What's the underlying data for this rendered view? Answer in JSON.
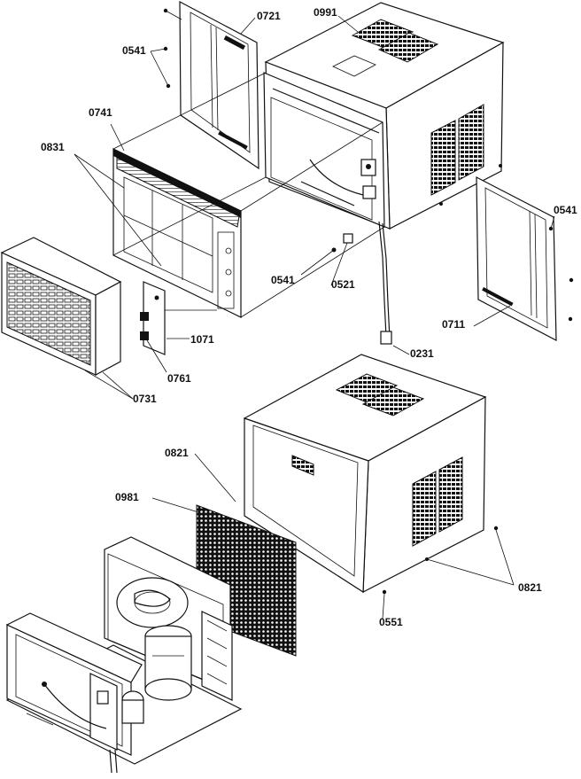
{
  "labels": {
    "l0721": "0721",
    "l0991": "0991",
    "l0541a": "0541",
    "l0741": "0741",
    "l0831": "0831",
    "l0541b": "0541",
    "l0541c": "0541",
    "l0521": "0521",
    "l0711": "0711",
    "l1071": "1071",
    "l0761": "0761",
    "l0731": "0731",
    "l0231": "0231",
    "l0821a": "0821",
    "l0981": "0981",
    "l0821b": "0821",
    "l0551": "0551"
  }
}
